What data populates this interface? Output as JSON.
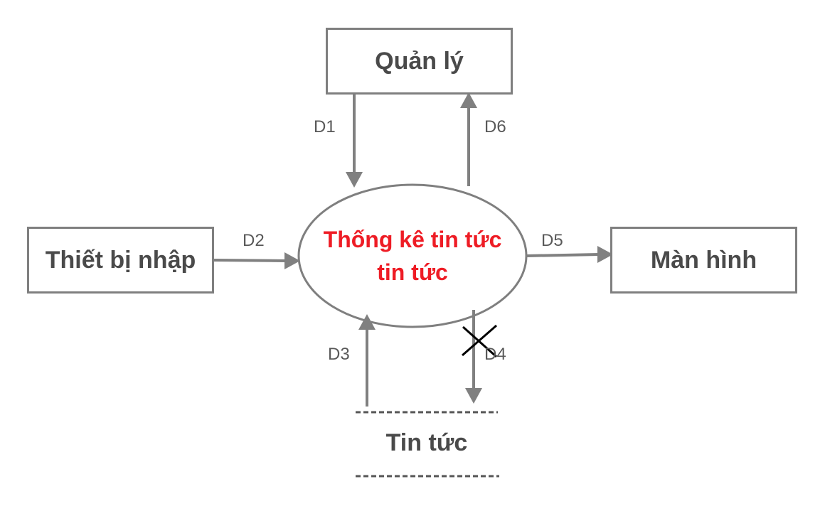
{
  "diagram": {
    "process": {
      "line1": "Thống kê tin tức",
      "line2": "tin tức",
      "color": "#ee1c25"
    },
    "entities": {
      "manager": "Quản lý",
      "input_device": "Thiết bị nhập",
      "screen": "Màn hình"
    },
    "data_store": {
      "name": "Tin tức"
    },
    "flows": {
      "d1": "D1",
      "d2": "D2",
      "d3": "D3",
      "d4": "D4",
      "d5": "D5",
      "d6": "D6"
    },
    "colors": {
      "stroke": "#7f7f7f",
      "process_text": "#ee1c25",
      "entity_text": "#4a4a4a"
    }
  }
}
